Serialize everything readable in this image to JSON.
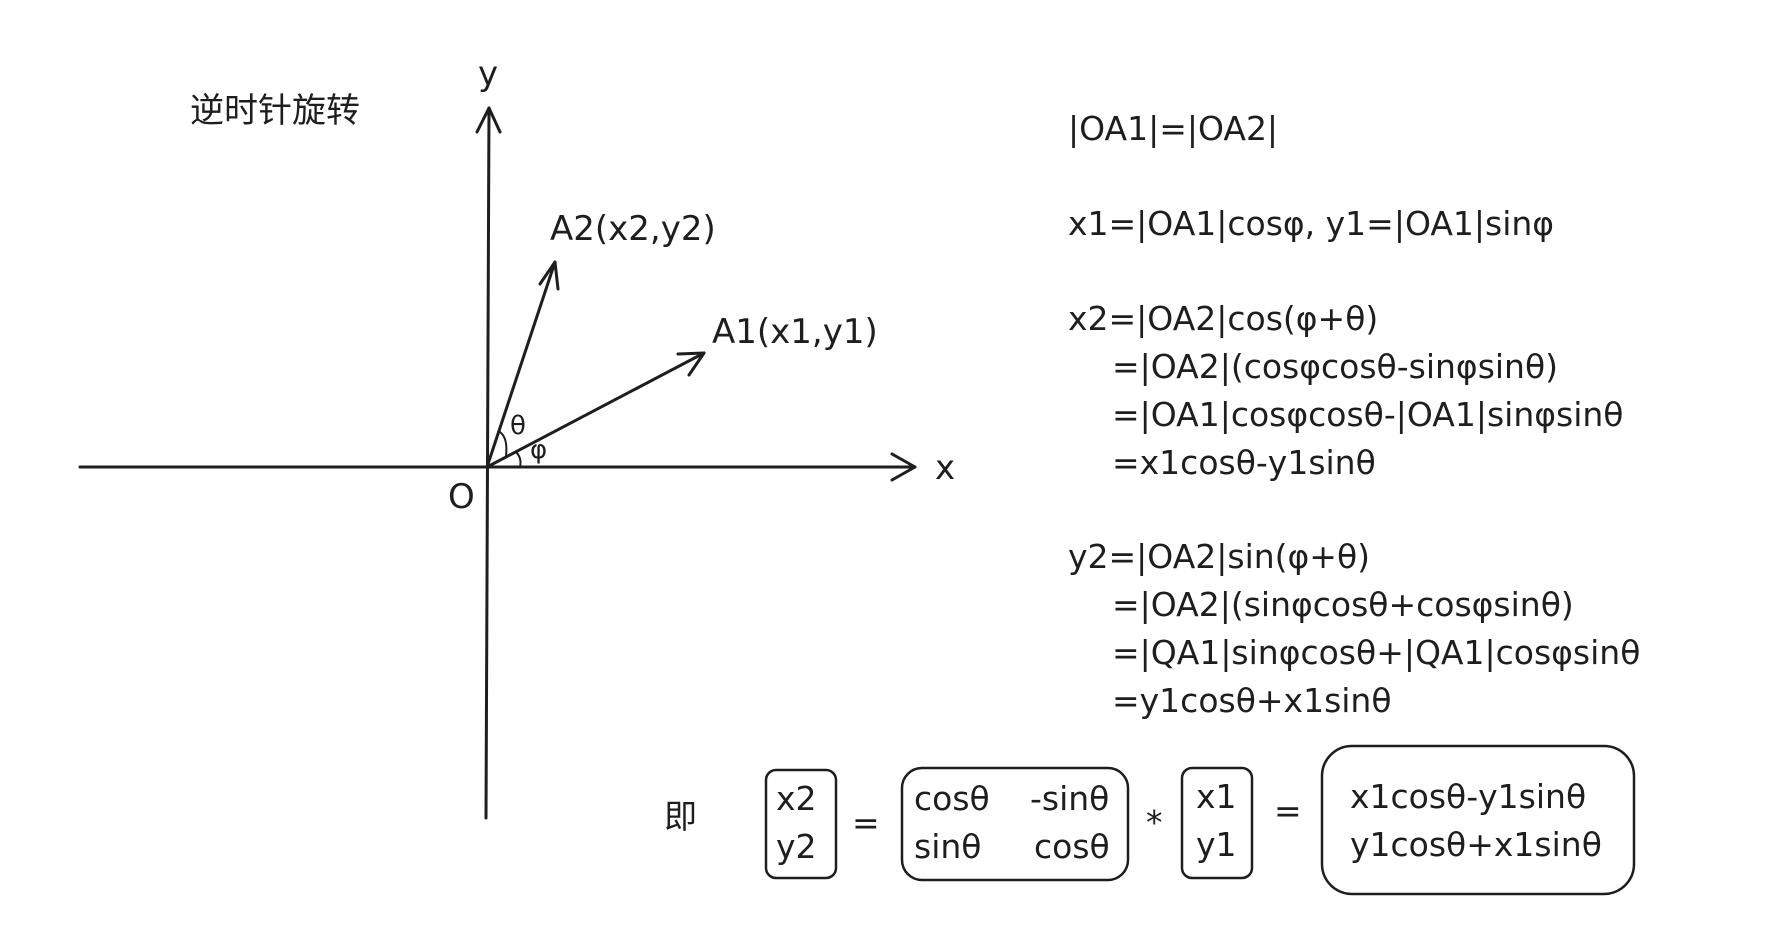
{
  "title": "逆时针旋转",
  "axes": {
    "x_label": "x",
    "y_label": "y",
    "origin_label": "O"
  },
  "points": {
    "a1": "A1(x1,y1)",
    "a2": "A2(x2,y2)"
  },
  "angles": {
    "theta": "θ",
    "phi": "φ"
  },
  "equations": [
    "|OA1|=|OA2|",
    "x1=|OA1|cosφ, y1=|OA1|sinφ",
    "x2=|OA2|cos(φ+θ)",
    "=|OA2|(cosφcosθ-sinφsinθ)",
    "=|OA1|cosφcosθ-|OA1|sinφsinθ",
    "=x1cosθ-y1sinθ",
    "y2=|OA2|sin(φ+θ)",
    "=|OA2|(sinφcosθ+cosφsinθ)",
    "=|QA1|sinφcosθ+|QA1|cosφsinθ",
    "=y1cosθ+x1sinθ"
  ],
  "matrix": {
    "prefix": "即",
    "lhs": [
      "x2",
      "y2"
    ],
    "equals": "=",
    "rot": [
      [
        "cosθ",
        "-sinθ"
      ],
      [
        "sinθ",
        "cosθ"
      ]
    ],
    "times": "*",
    "vec": [
      "x1",
      "y1"
    ],
    "result": [
      "x1cosθ-y1sinθ",
      "y1cosθ+x1sinθ"
    ]
  }
}
